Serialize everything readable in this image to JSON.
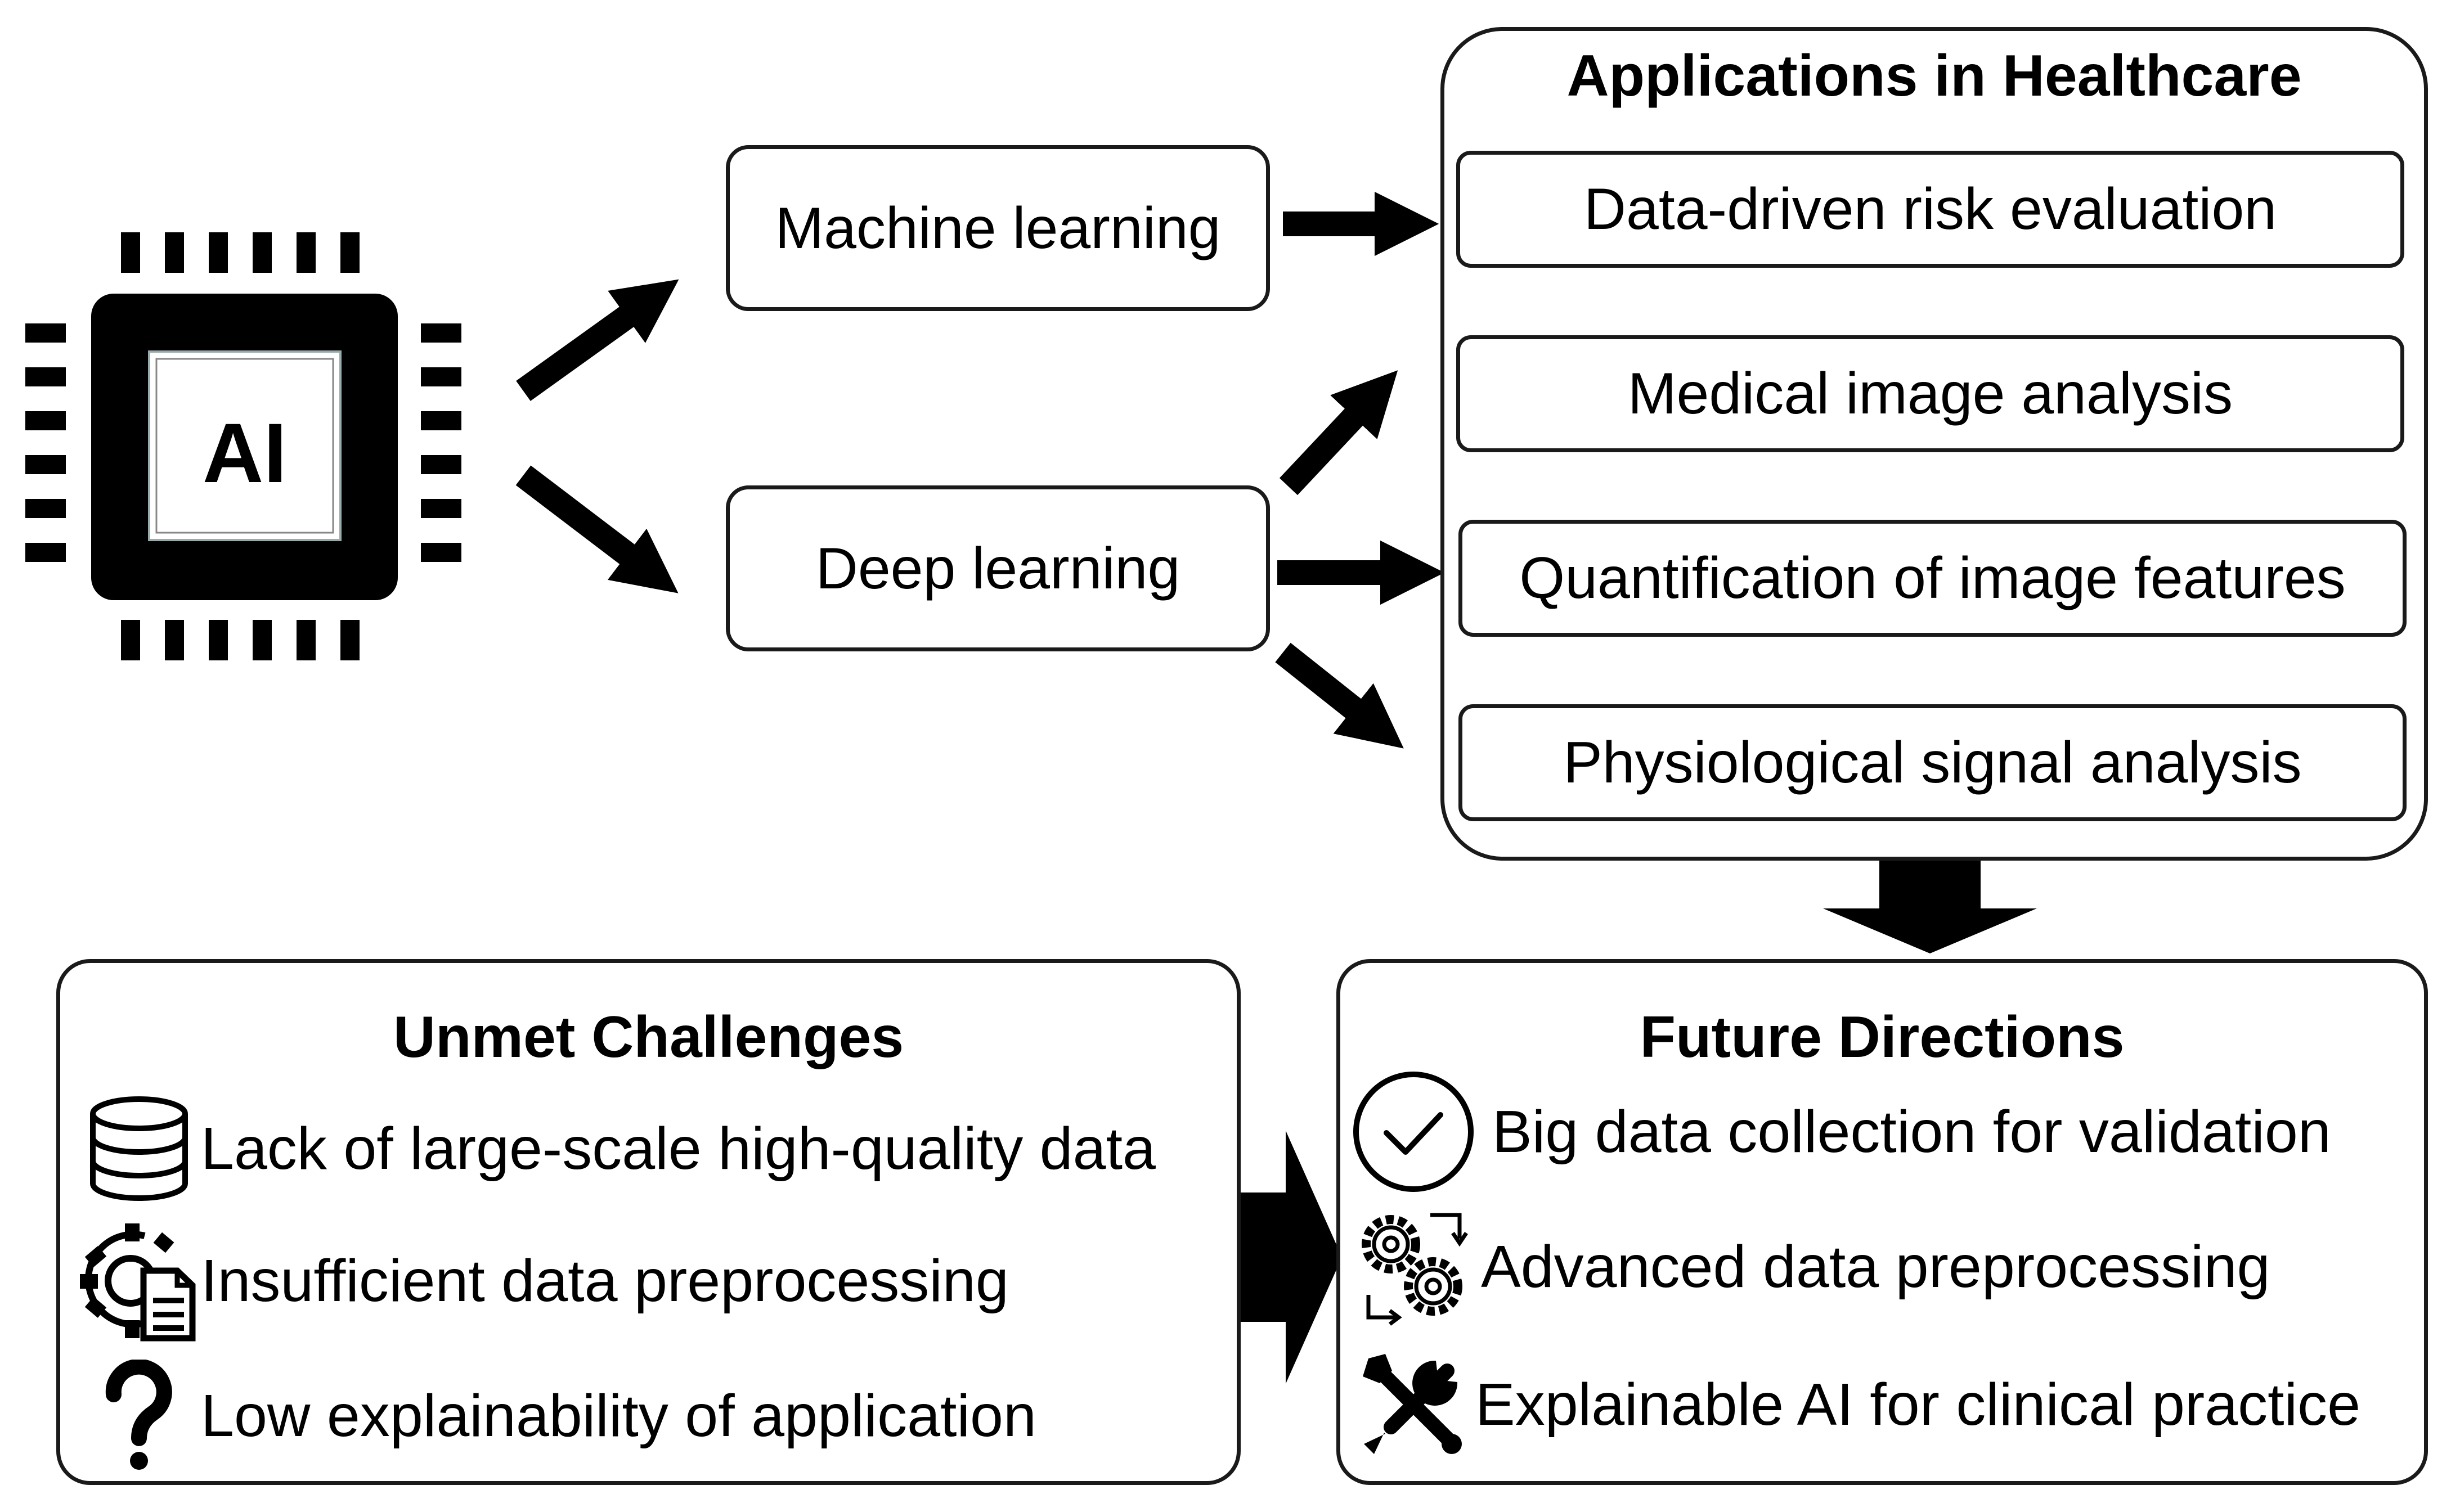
{
  "chip": {
    "label": "AI",
    "icon": "ai-chip-icon"
  },
  "methods": {
    "ml": "Machine learning",
    "dl": "Deep learning"
  },
  "applications": {
    "title": "Applications in Healthcare",
    "items": [
      "Data-driven risk evaluation",
      "Medical image analysis",
      "Quantification of image features",
      "Physiological signal analysis"
    ]
  },
  "challenges": {
    "title": "Unmet Challenges",
    "items": [
      {
        "icon": "database-icon",
        "text": "Lack of large-scale high-quality data"
      },
      {
        "icon": "gear-document-icon",
        "text": "Insufficient data preprocessing"
      },
      {
        "icon": "question-mark-icon",
        "text": "Low explainability of application"
      }
    ]
  },
  "future": {
    "title": "Future Directions",
    "items": [
      {
        "icon": "check-circle-icon",
        "text": "Big data collection for validation"
      },
      {
        "icon": "gears-cycle-icon",
        "text": "Advanced data preprocessing"
      },
      {
        "icon": "tools-icon",
        "text": "Explainable AI for clinical practice"
      }
    ]
  }
}
